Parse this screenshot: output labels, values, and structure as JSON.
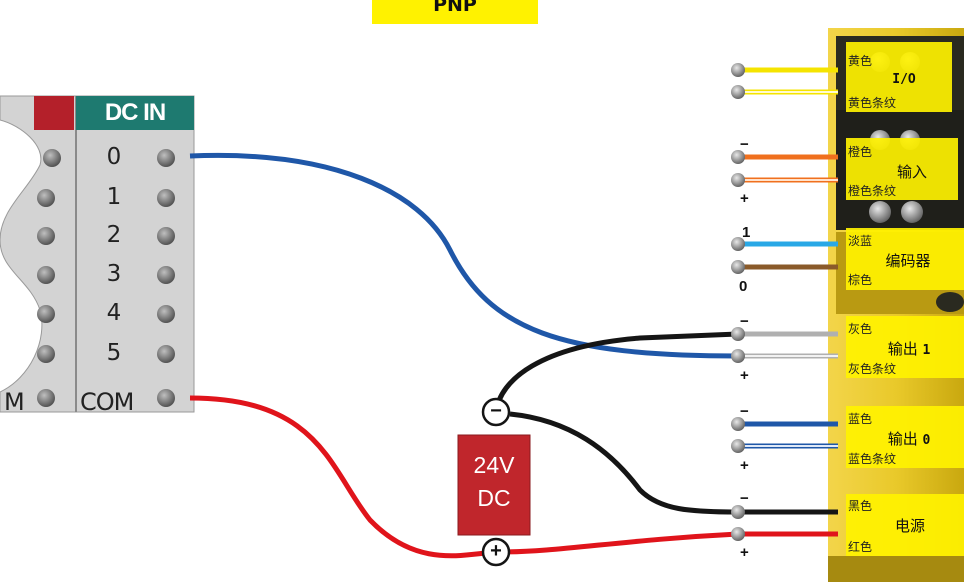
{
  "header": {
    "title": "PNP"
  },
  "terminal_block": {
    "title": "DC IN",
    "terminals": [
      "0",
      "1",
      "2",
      "3",
      "4",
      "5"
    ],
    "com_label": "COM",
    "left_partial": "M"
  },
  "power_supply": {
    "line1": "24V",
    "line2": "DC",
    "minus_symbol": "−",
    "plus_symbol": "+"
  },
  "polarity_marks": {
    "input_minus": "−",
    "input_plus": "+",
    "encoder_one": "1",
    "encoder_zero": "0",
    "out1_minus": "−",
    "out1_plus": "+",
    "out0_minus": "−",
    "out0_plus": "+",
    "power_minus": "−",
    "power_plus": "+"
  },
  "wire_groups": {
    "io": {
      "name": "I/O",
      "colors": [
        "黄色",
        "黄色条纹"
      ]
    },
    "input": {
      "name": "输入",
      "colors": [
        "橙色",
        "橙色条纹"
      ]
    },
    "encoder": {
      "name": "编码器",
      "colors": [
        "淡蓝",
        "棕色"
      ]
    },
    "output1": {
      "name": "输出",
      "num": "1",
      "colors": [
        "灰色",
        "灰色条纹"
      ]
    },
    "output0": {
      "name": "输出",
      "num": "0",
      "colors": [
        "蓝色",
        "蓝色条纹"
      ]
    },
    "power": {
      "name": "电源",
      "colors": [
        "黑色",
        "红色"
      ]
    }
  },
  "colors": {
    "terminal_teal": "#1e7a70",
    "terminal_gray": "#cfcfcf",
    "psu_red": "#c0262c",
    "label_yellow": "#fff200",
    "device_yellow": "#e6c21a",
    "wire_blue": "#1f57a8",
    "wire_red": "#e0141b",
    "wire_black": "#151515"
  }
}
